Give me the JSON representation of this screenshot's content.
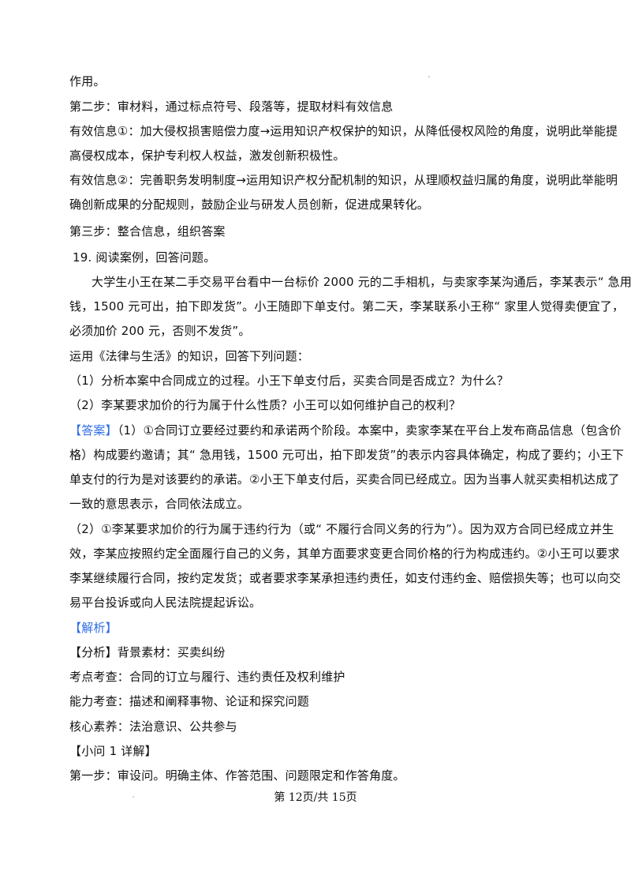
{
  "lines": [
    "作用。",
    "第二步：审材料，通过标点符号、段落等，提取材料有效信息",
    "有效信息①：加大侵权损害赔偿力度→运用知识产权保护的知识，从降低侵权风险的角度，说明此举能提",
    "高侵权成本，保护专利权人权益，激发创新积极性。",
    "有效信息②：完善职务发明制度→运用知识产权分配机制的知识，从理顺权益归属的角度，说明此举能明",
    "确创新成果的分配规则，鼓励企业与研发人员创新，促进成果转化。",
    "第三步：整合信息，组织答案",
    "19. 阅读案例，回答问题。",
    "大学生小王在某二手交易平台看中一台标价 2000 元的二手相机，与卖家李某沟通后，李某表示“ 急用",
    "钱，1500 元可出，拍下即发货”。小王随即下单支付。第二天，李某联系小王称“ 家里人觉得卖便宜了，",
    "必须加价 200 元，否则不发货”。",
    "运用《法律与生活》的知识，回答下列问题：",
    "（1）分析本案中合同成立的过程。小王下单支付后，买卖合同是否成立？为什么？",
    "（2）李某要求加价的行为属于什么性质？小王可以如何维护自己的权利？",
    "（1）①合同订立要经过要约和承诺两个阶段。本案中，卖家李某在平台上发布商品信息（包含价",
    "格）构成要约邀请；其“ 急用钱，1500 元可出，拍下即发货”的表示内容具体确定，构成了要约；小王下",
    "单支付的行为是对该要约的承诺。②小王下单支付后，买卖合同已经成立。因为当事人就买卖相机达成了",
    "一致的意思表示，合同依法成立。",
    "（2）①李某要求加价的行为属于违约行为（或“ 不履行合同义务的行为”）。因为双方合同已经成立并生",
    "效，李某应按照约定全面履行自己的义务，其单方面要求变更合同价格的行为构成违约。②小王可以要求",
    "李某继续履行合同，按约定发货；或者要求李某承担违约责任，如支付违约金、赔偿损失等；也可以向交",
    "易平台投诉或向人民法院提起诉讼。",
    "【分析】背景素材：买卖纠纷",
    "考点考查：合同的订立与履行、违约责任及权利维护",
    "能力考查：描述和阐释事物、论证和探究问题",
    "核心素养：法治意识、公共参与",
    "【小问 1 详解】",
    "第一步：审设问。明确主体、作答范围、问题限定和作答角度。"
  ],
  "answer_tag": "【答案】",
  "analysis_tag": "【解析】",
  "footer": "第 12页/共 15页"
}
